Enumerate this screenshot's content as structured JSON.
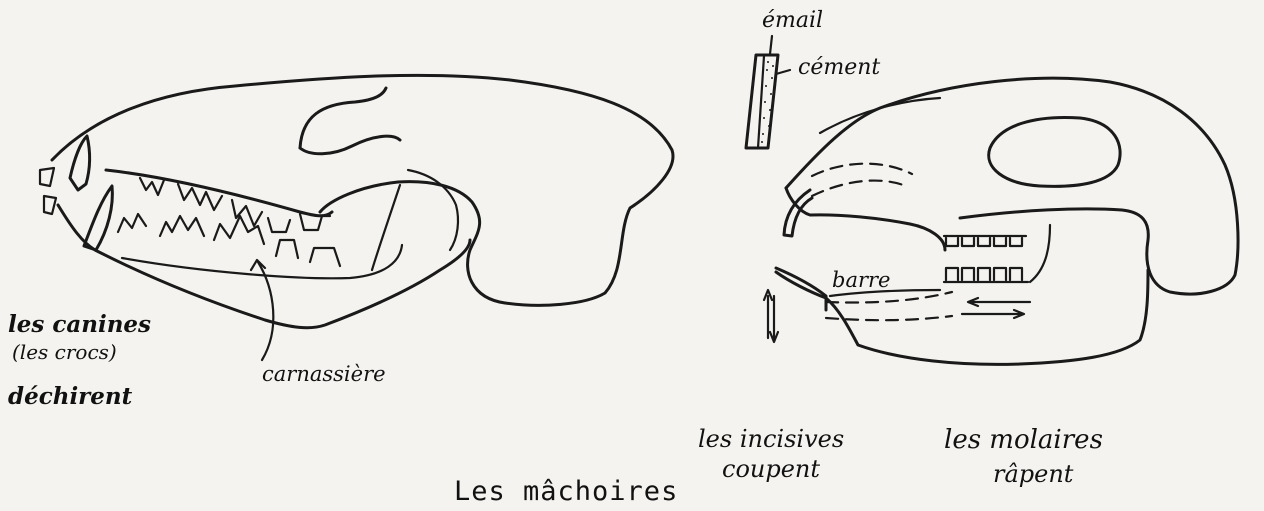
{
  "figure": {
    "title": "Les mâchoires",
    "carnivore": {
      "canines_label": "les canines",
      "crocs_label": "(les crocs)",
      "action_label": "déchirent",
      "carnassiere_label": "carnassière"
    },
    "tooth_section": {
      "email_label": "émail",
      "cement_label": "cément"
    },
    "rodent": {
      "barre_label": "barre",
      "incisives_label": "les incisives",
      "incisives_action": "coupent",
      "molaires_label": "les molaires",
      "molaires_action": "râpent"
    }
  }
}
